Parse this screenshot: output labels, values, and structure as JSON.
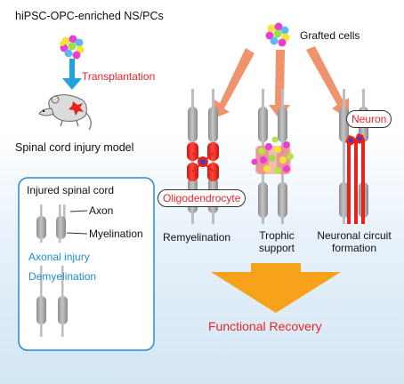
{
  "header": {
    "source_title": "hiPSC-OPC-enriched NS/PCs",
    "transplant_label": "Transplantation",
    "model_label": "Spinal cord injury model",
    "grafted_label": "Grafted cells"
  },
  "inset": {
    "title": "Injured spinal cord",
    "axon_label": "Axon",
    "myelination_label": "Myelination",
    "injury_label": "Axonal injury",
    "demyelination_label": "Demyelination"
  },
  "mechanisms": {
    "oligodendrocyte_label": "Oligodendrocyte",
    "neuron_label": "Neuron",
    "remyelination_label": "Remyelination",
    "trophic_label": "Trophic support",
    "circuit_label": "Neuronal circuit formation"
  },
  "outcome": {
    "label": "Functional Recovery"
  },
  "colors": {
    "red_text": "#e8262b",
    "blue_text": "#1b8fd0",
    "arrow_salmon": "#f0926c",
    "big_arrow": "#f6a21a",
    "cyan_arrow": "#1fa3dd",
    "myelin_gray": "#a3a3a3",
    "cell_red": "#e5231b",
    "inset_border": "#2a8ad0"
  }
}
